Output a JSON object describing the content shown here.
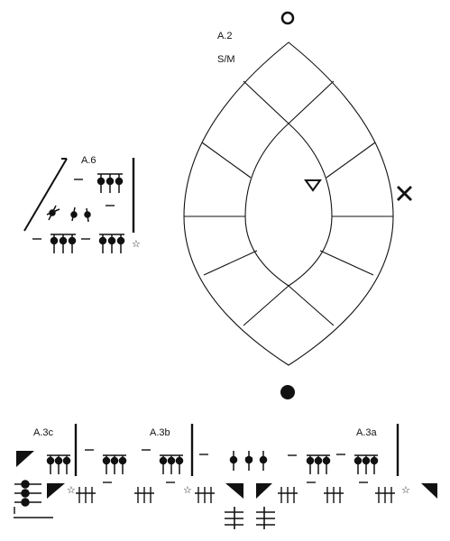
{
  "labels": {
    "a2": "A.2",
    "size": "S/M",
    "a6": "A.6",
    "a3c": "A.3c",
    "a3b": "A.3b",
    "a3a": "A.3a"
  },
  "star_glyph": "☆",
  "markers": {
    "top": "open-circle",
    "bottom": "filled-circle",
    "right": "cross",
    "center": "open-triangle"
  }
}
